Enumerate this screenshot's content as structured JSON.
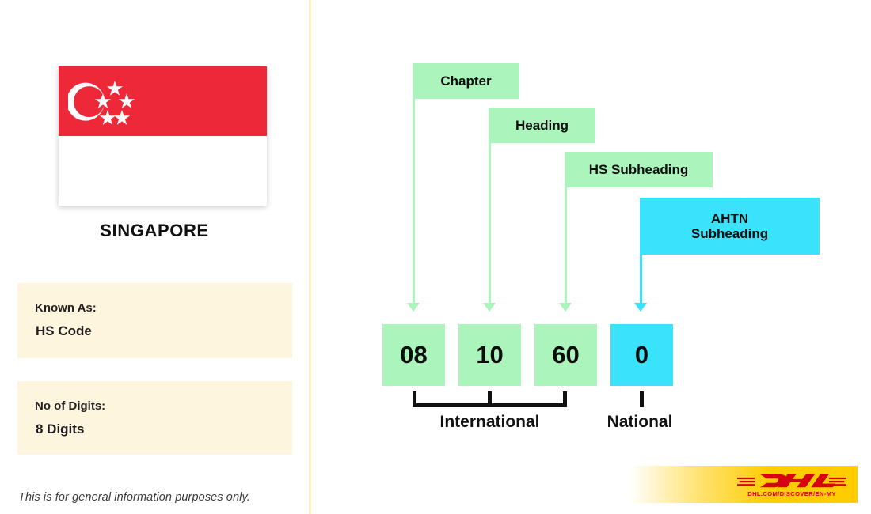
{
  "country": {
    "name": "SINGAPORE",
    "flag": {
      "name": "singapore-flag",
      "red": "#ED2939",
      "white": "#FFFFFF",
      "stars": 5
    }
  },
  "info_cards": [
    {
      "label": "Known As:",
      "value": "HS Code"
    },
    {
      "label": "No of Digits:",
      "value": "8 Digits"
    }
  ],
  "disclaimer": "This is for general information purposes only.",
  "diagram": {
    "labels": [
      {
        "text": "Chapter",
        "color": "#ABF5BD"
      },
      {
        "text": "Heading",
        "color": "#ABF5BD"
      },
      {
        "text": "HS Subheading",
        "color": "#ABF5BD"
      },
      {
        "text": "AHTN\nSubheading",
        "line1": "AHTN",
        "line2": "Subheading",
        "color": "#3BE2FB"
      }
    ],
    "digits": [
      {
        "value": "08",
        "color": "#ABF5BD"
      },
      {
        "value": "10",
        "color": "#ABF5BD"
      },
      {
        "value": "60",
        "color": "#ABF5BD"
      },
      {
        "value": "0",
        "color": "#3BE2FB"
      }
    ],
    "groups": [
      {
        "label": "International",
        "spans": 3
      },
      {
        "label": "National",
        "spans": 1
      }
    ]
  },
  "footer": {
    "brand": "DHL",
    "url": "DHL.COM/DISCOVER/EN-MY",
    "brand_color": "#D40511",
    "bar_color": "#FFCC00"
  }
}
